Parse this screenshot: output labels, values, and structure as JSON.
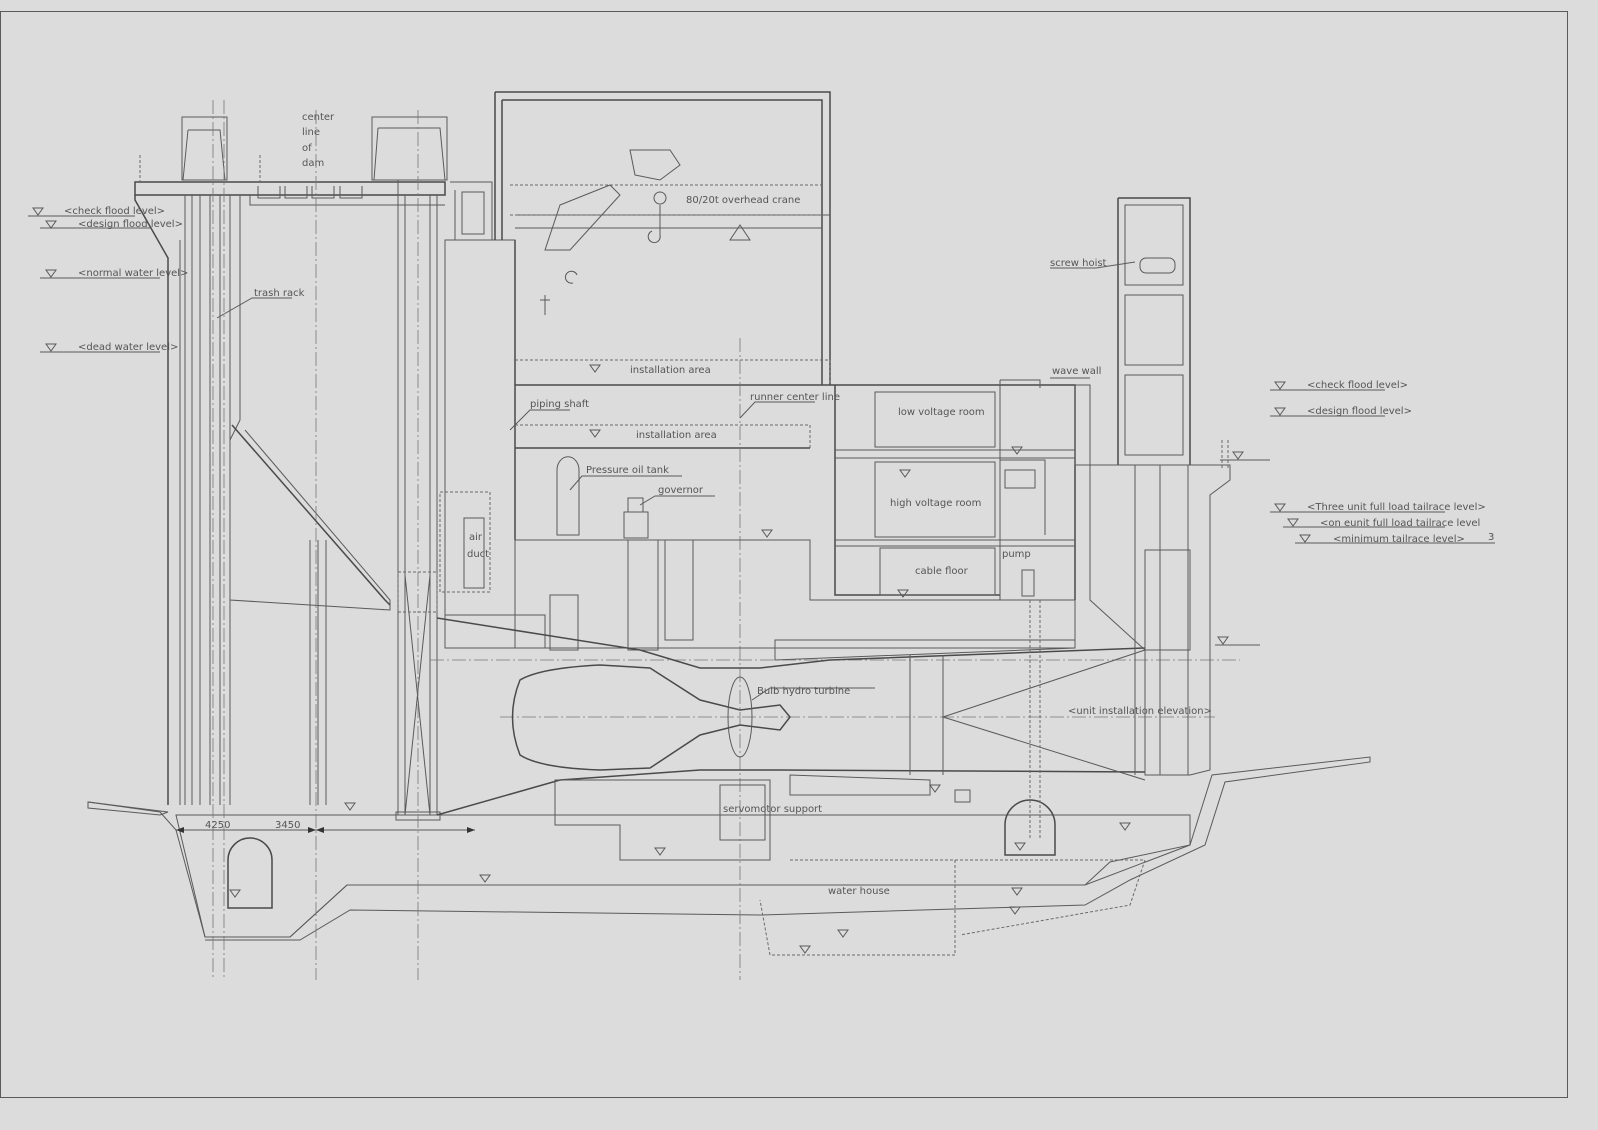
{
  "drawing": {
    "labels": {
      "center_line_1": "center",
      "center_line_2": "line",
      "center_line_3": "of",
      "center_line_4": "dam",
      "trash_rack": "trash rack",
      "overhead_crane": "80/20t overhead crane",
      "installation_area_upper": "installation area",
      "installation_area_lower": "installation area",
      "piping_shaft": "piping shaft",
      "runner_center_line": "runner center line",
      "pressure_oil_tank": "Pressure oil tank",
      "governor": "governor",
      "air_duct_1": "air",
      "air_duct_2": "duct",
      "low_voltage_room": "low voltage room",
      "high_voltage_room": "high voltage room",
      "cable_floor": "cable floor",
      "pump": "pump",
      "wave_wall": "wave wall",
      "screw_hoist": "screw hoist",
      "bulb_hydro_turbine": "Bulb hydro turbine",
      "unit_installation_elevation": "<unit installation elevation>",
      "servomotor_support": "servomotor support",
      "water_house": "water house",
      "dim_1": "4250",
      "dim_2": "3450"
    },
    "upstream_levels": [
      "<check flood level>",
      "<design flood level>",
      "<normal water level>",
      "<dead water level>"
    ],
    "downstream_levels": [
      "<check flood level>",
      "<design flood level>",
      "<Three unit full load tailrace level>",
      "<on eunit full load tailrace level",
      "<minimum tailrace level>"
    ],
    "footnote_mark": "3",
    "colors": {
      "background": "#dcdcdc",
      "line": "#5a5a5a"
    }
  }
}
